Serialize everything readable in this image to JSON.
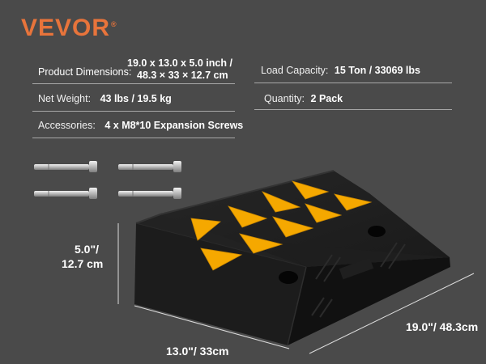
{
  "brand": {
    "name": "VEVOR",
    "mark": "®",
    "color": "#e8743b"
  },
  "specs": {
    "dimensions_label": "Product Dimensions:",
    "dimensions_line1": "19.0 x 13.0 x 5.0 inch /",
    "dimensions_line2": "48.3 × 33 × 12.7 cm",
    "weight_label": "Net Weight:",
    "weight_value": "43 lbs / 19.5 kg",
    "accessories_label": "Accessories:",
    "accessories_value": "4 x M8*10 Expansion Screws",
    "load_label": "Load Capacity:",
    "load_value": "15 Ton / 33069 lbs",
    "quantity_label": "Quantity:",
    "quantity_value": "2 Pack"
  },
  "dimensions": {
    "height_line1": "5.0\"/",
    "height_line2": "12.7 cm",
    "depth": "13.0\"/ 33cm",
    "width": "19.0\"/ 48.3cm"
  },
  "colors": {
    "background": "#4a4a4a",
    "ramp": "#141414",
    "reflector": "#f5a800"
  },
  "icons": {
    "screw": "expansion-screw-icon"
  }
}
